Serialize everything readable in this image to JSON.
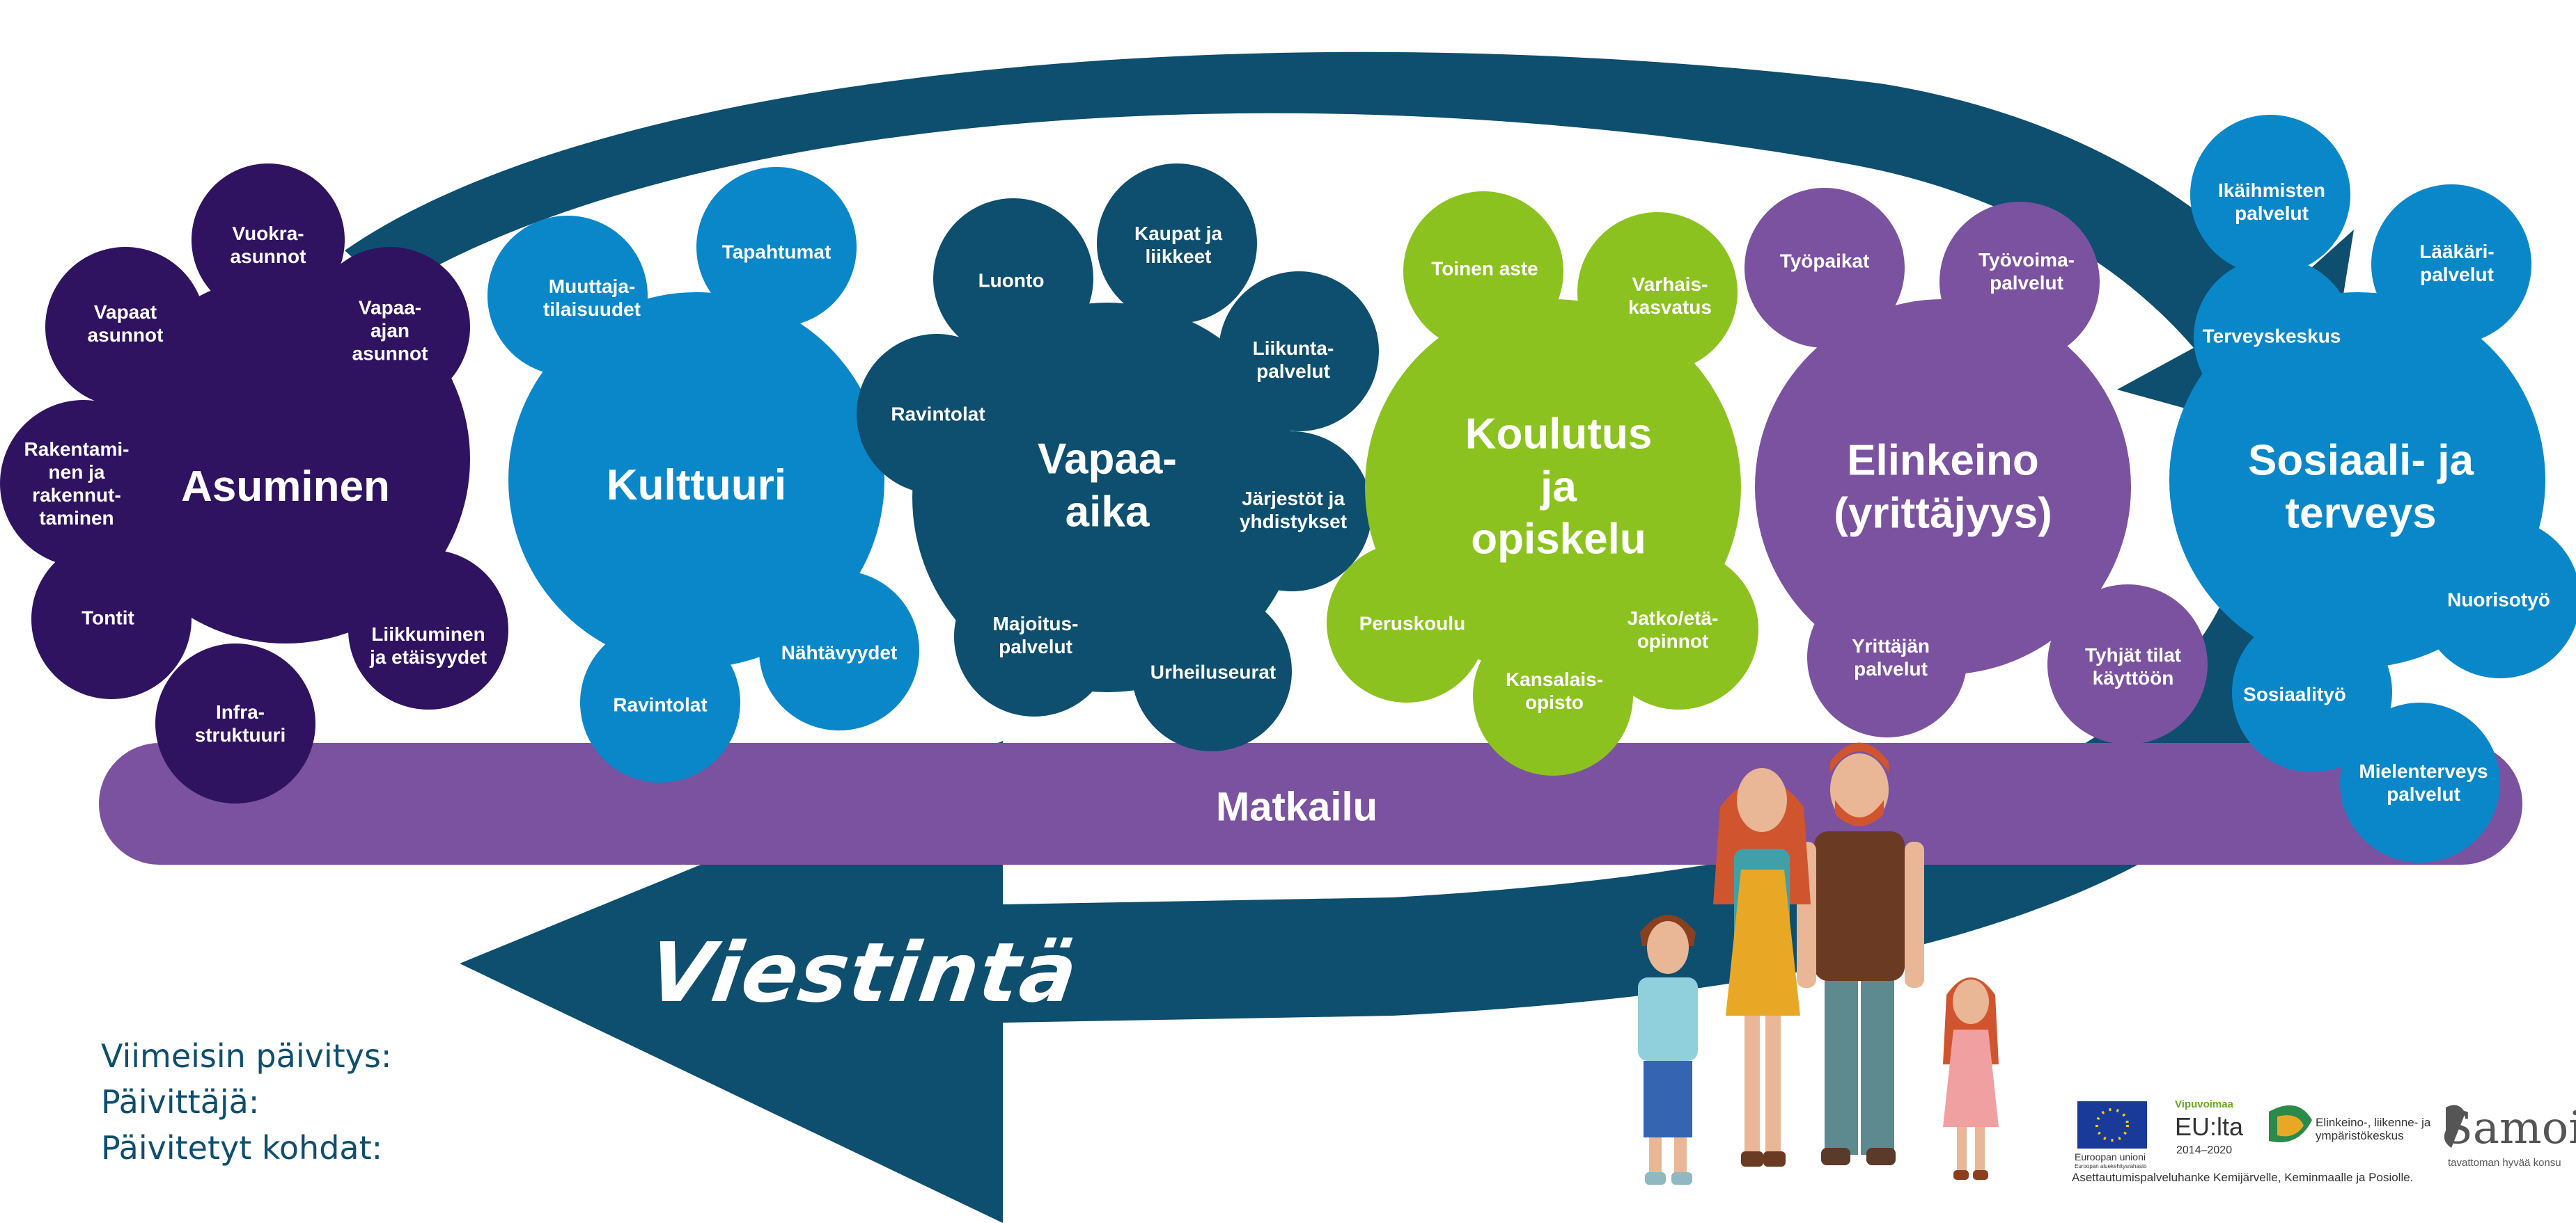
{
  "colors": {
    "asuminen": "#2f1361",
    "kulttuuri": "#0a87c9",
    "vapaa_aika": "#0e4e6e",
    "koulutus": "#8cc21f",
    "elinkeino": "#7b52a0",
    "sosiaali": "#0a87c9",
    "matkailu": "#7b52a0",
    "viestinta": "#0e4e6e",
    "text_dark": "#0e4e6e"
  },
  "clusters": {
    "asuminen": {
      "title": "Asuminen",
      "items": [
        "Vuokra-\nasunnot",
        "Vapaat\nasunnot",
        "Vapaa-\najan\nasunnot",
        "Rakentami-\nnen ja\nrakennut-\ntaminen",
        "Tontit",
        "Liikkuminen\nja etäisyydet",
        "Infra-\nstruktuuri"
      ]
    },
    "kulttuuri": {
      "title": "Kulttuuri",
      "items": [
        "Muuttaja-\ntilaisuudet",
        "Tapahtumat",
        "Nähtävyydet",
        "Ravintolat"
      ]
    },
    "vapaa_aika": {
      "title": "Vapaa-\naika",
      "items": [
        "Luonto",
        "Kaupat ja\nliikkeet",
        "Liikunta-\npalvelut",
        "Ravintolat",
        "Järjestöt ja\nyhdistykset",
        "Majoitus-\npalvelut",
        "Urheiluseurat"
      ]
    },
    "koulutus": {
      "title": "Koulutus\nja\nopiskelu",
      "items": [
        "Toinen aste",
        "Varhais-\nkasvatus",
        "Peruskoulu",
        "Jatko/etä-\nopinnot",
        "Kansalais-\nopisto"
      ]
    },
    "elinkeino": {
      "title": "Elinkeino\n(yrittäjyys)",
      "items": [
        "Työpaikat",
        "Työvoima-\npalvelut",
        "Yrittäjän\npalvelut",
        "Tyhjät tilat\nkäyttöön"
      ]
    },
    "sosiaali": {
      "title": "Sosiaali- ja\nterveys",
      "items": [
        "Ikäihmisten\npalvelut",
        "Lääkäri-\npalvelut",
        "Terveyskeskus",
        "Nuorisotyö",
        "Sosiaalityö",
        "Mielenterveys\npalvelut"
      ]
    }
  },
  "matkailu": "Matkailu",
  "viestinta": "Viestintä",
  "update_info": [
    "Viimeisin päivitys:",
    "Päivittäjä:",
    "Päivitetyt kohdat:"
  ],
  "logos": {
    "eu": "Euroopan unioni",
    "eu_sub": "Euroopan aluekehitysrahasto",
    "vipuvoimaa": "Vipuvoimaa",
    "eulta": "EU:lta",
    "years": "2014–2020",
    "ely": "Elinkeino-, liikenne- ja\nympäristökeskus",
    "samo": "Samoi",
    "samo_sub": "tavattoman hyvää konsu"
  },
  "footer_note": "Asettautumispalveluhanke Kemijärvelle, Keminmaalle ja Posiolle."
}
